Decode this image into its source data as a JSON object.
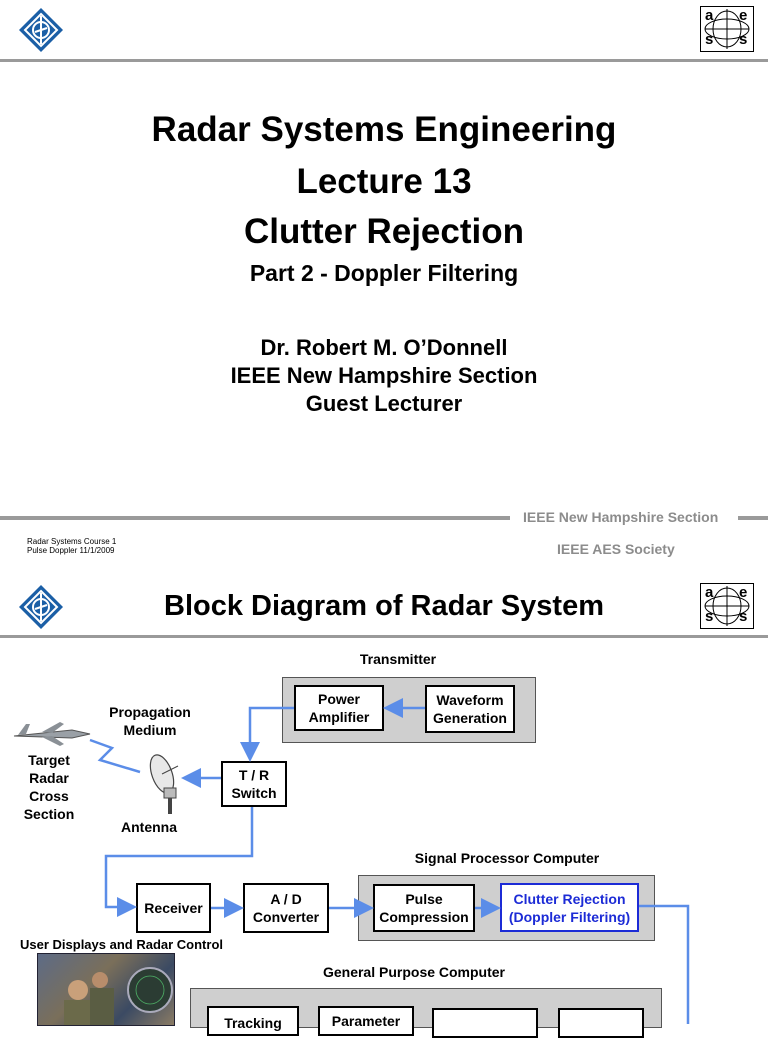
{
  "slide1": {
    "title_line1": "Radar Systems Engineering",
    "title_line2": "Lecture 13",
    "title_line3": "Clutter Rejection",
    "subtitle": "Part 2 - Doppler Filtering",
    "author": "Dr. Robert M. O’Donnell",
    "affiliation": "IEEE New Hampshire Section",
    "role": "Guest Lecturer",
    "footer_course": "Radar Systems Course   1",
    "footer_date": "Pulse Doppler  11/1/2009",
    "footer_org1": "IEEE New Hampshire Section",
    "footer_org2": "IEEE AES Society",
    "aess_letters": [
      "a",
      "e",
      "s",
      "s"
    ]
  },
  "slide2": {
    "title": "Block Diagram of Radar System",
    "aess_letters": [
      "a",
      "e",
      "s",
      "s"
    ],
    "transmitter_label": "Transmitter",
    "power_amplifier": [
      "Power",
      "Amplifier"
    ],
    "waveform_generation": [
      "Waveform",
      "Generation"
    ],
    "propagation_medium": [
      "Propagation",
      "Medium"
    ],
    "target_rcs": [
      "Target",
      "Radar",
      "Cross",
      "Section"
    ],
    "tr_switch": [
      "T / R",
      "Switch"
    ],
    "antenna_label": "Antenna",
    "signal_processor_label": "Signal Processor Computer",
    "receiver": "Receiver",
    "ad_converter": [
      "A / D",
      "Converter"
    ],
    "pulse_compression": [
      "Pulse",
      "Compression"
    ],
    "clutter_rejection": [
      "Clutter Rejection",
      "(Doppler Filtering)"
    ],
    "user_displays_label": "User Displays and Radar Control",
    "general_purpose_label": "General Purpose Computer",
    "parameter_partial": "Parameter",
    "tracking_partial": "Tracking"
  },
  "colors": {
    "rule_gray": "#9a9a9a",
    "panel_gray": "#cfcfcf",
    "arrow_blue": "#5b8de8",
    "highlight_blue": "#1c2bd6",
    "logo_blue": "#1b5fa6"
  }
}
